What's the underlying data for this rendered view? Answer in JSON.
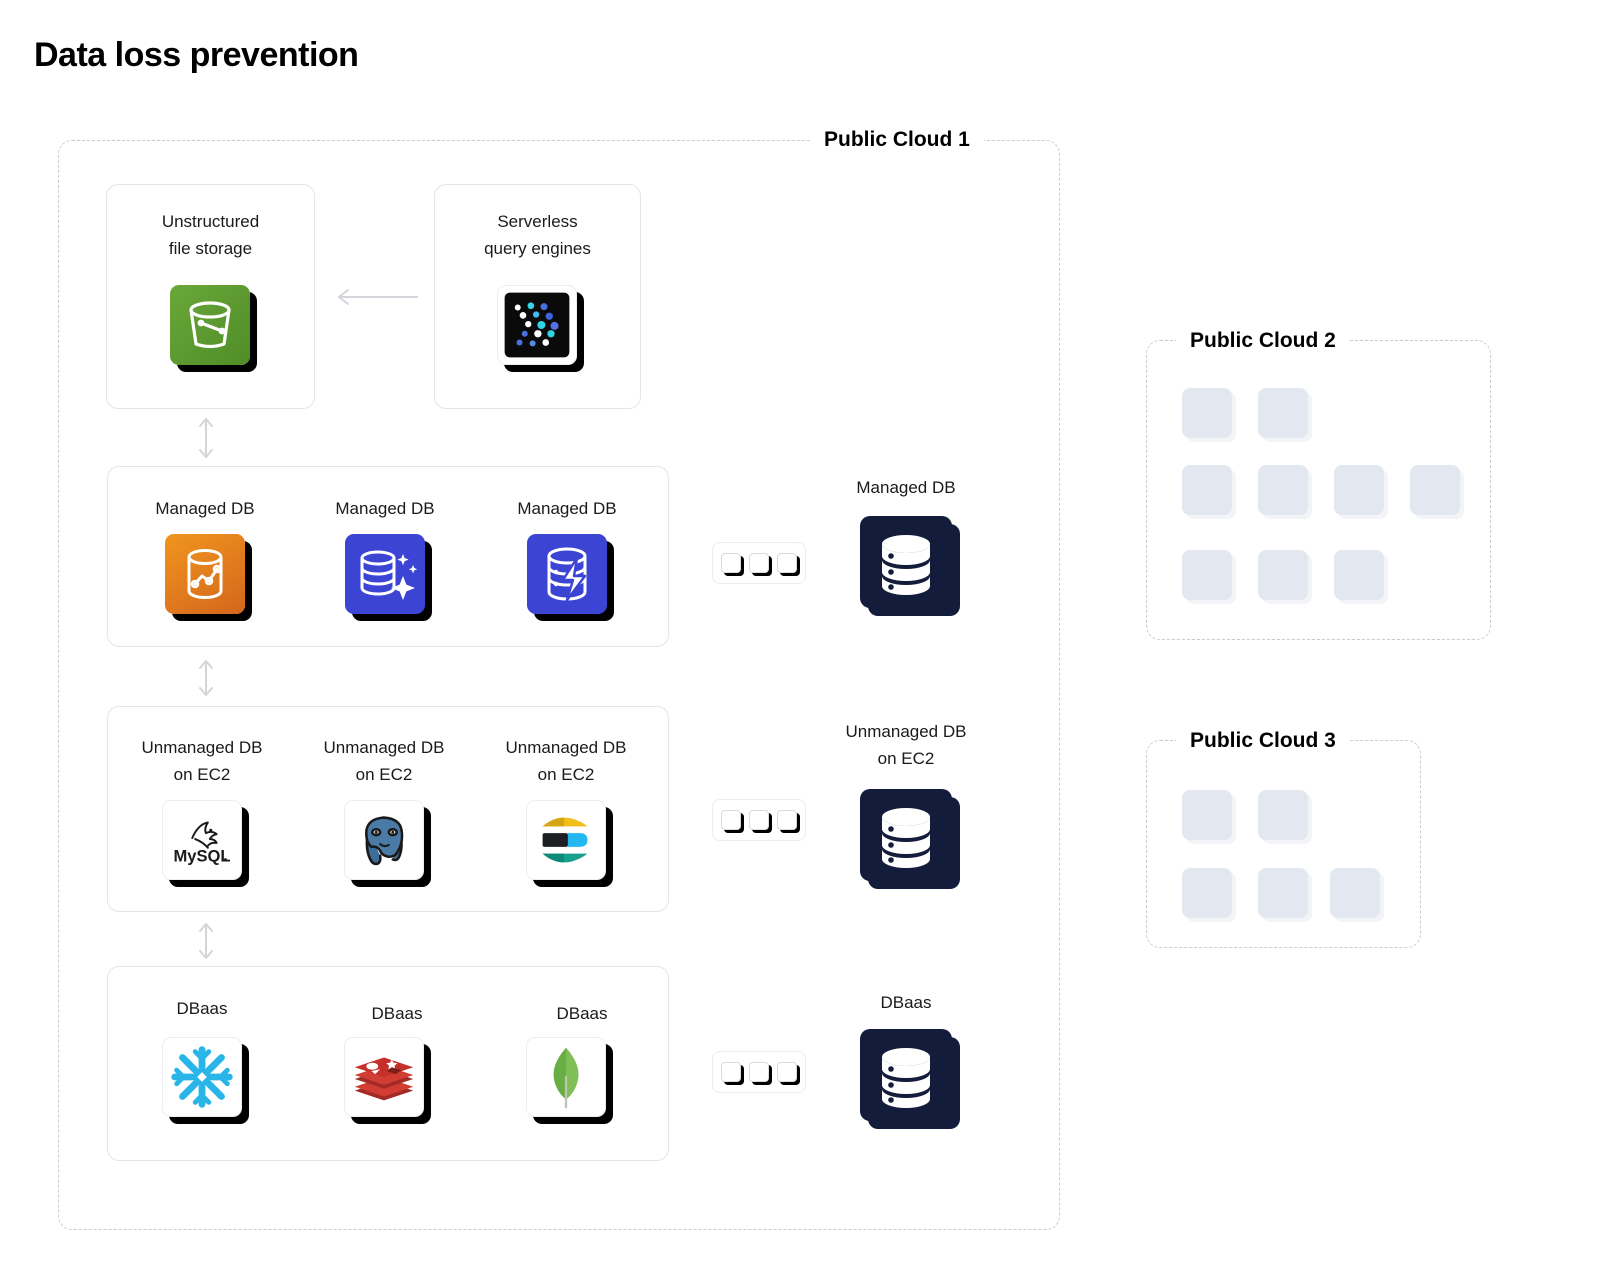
{
  "title": "Data loss prevention",
  "clouds": [
    {
      "id": "cloud1",
      "label": "Public Cloud 1"
    },
    {
      "id": "cloud2",
      "label": "Public Cloud 2"
    },
    {
      "id": "cloud3",
      "label": "Public Cloud 3"
    }
  ],
  "cards": {
    "unstructured": {
      "title": "Unstructured\nfile storage",
      "icon": "s3-bucket-icon"
    },
    "serverless": {
      "title": "Serverless\nquery engines",
      "icon": "athena-query-icon"
    },
    "managed": {
      "items": [
        {
          "title": "Managed DB",
          "icon": "redshift-icon"
        },
        {
          "title": "Managed DB",
          "icon": "managed-db-sparkle-icon"
        },
        {
          "title": "Managed DB",
          "icon": "managed-db-lightning-icon"
        }
      ]
    },
    "unmanaged": {
      "items": [
        {
          "title": "Unmanaged DB\non EC2",
          "icon": "mysql-icon"
        },
        {
          "title": "Unmanaged DB\non EC2",
          "icon": "postgresql-icon"
        },
        {
          "title": "Unmanaged DB\non EC2",
          "icon": "elasticsearch-icon"
        }
      ]
    },
    "dbaas": {
      "items": [
        {
          "title": "DBaas",
          "icon": "snowflake-icon"
        },
        {
          "title": "DBaas",
          "icon": "redis-icon"
        },
        {
          "title": "DBaas",
          "icon": "mongodb-icon"
        }
      ]
    }
  },
  "right_column": [
    {
      "label": "Managed DB",
      "icon": "database-stack-icon",
      "group_squares": 3
    },
    {
      "label": "Unmanaged DB\non EC2",
      "icon": "database-stack-icon",
      "group_squares": 3
    },
    {
      "label": "DBaas",
      "icon": "database-stack-icon",
      "group_squares": 3
    }
  ],
  "cloud2_placeholders": [
    2,
    4,
    3
  ],
  "cloud3_placeholders": [
    2,
    3
  ],
  "colors": {
    "navy": "#131d3b",
    "s3_green": "#5e9e32",
    "redshift_orange": "#e8871f",
    "managed_blue": "#3c44d4",
    "placeholder": "#e3e7ef",
    "dashed_border": "#c8ccd4",
    "card_border": "#e3e5e9",
    "arrow": "#d2d5da"
  }
}
